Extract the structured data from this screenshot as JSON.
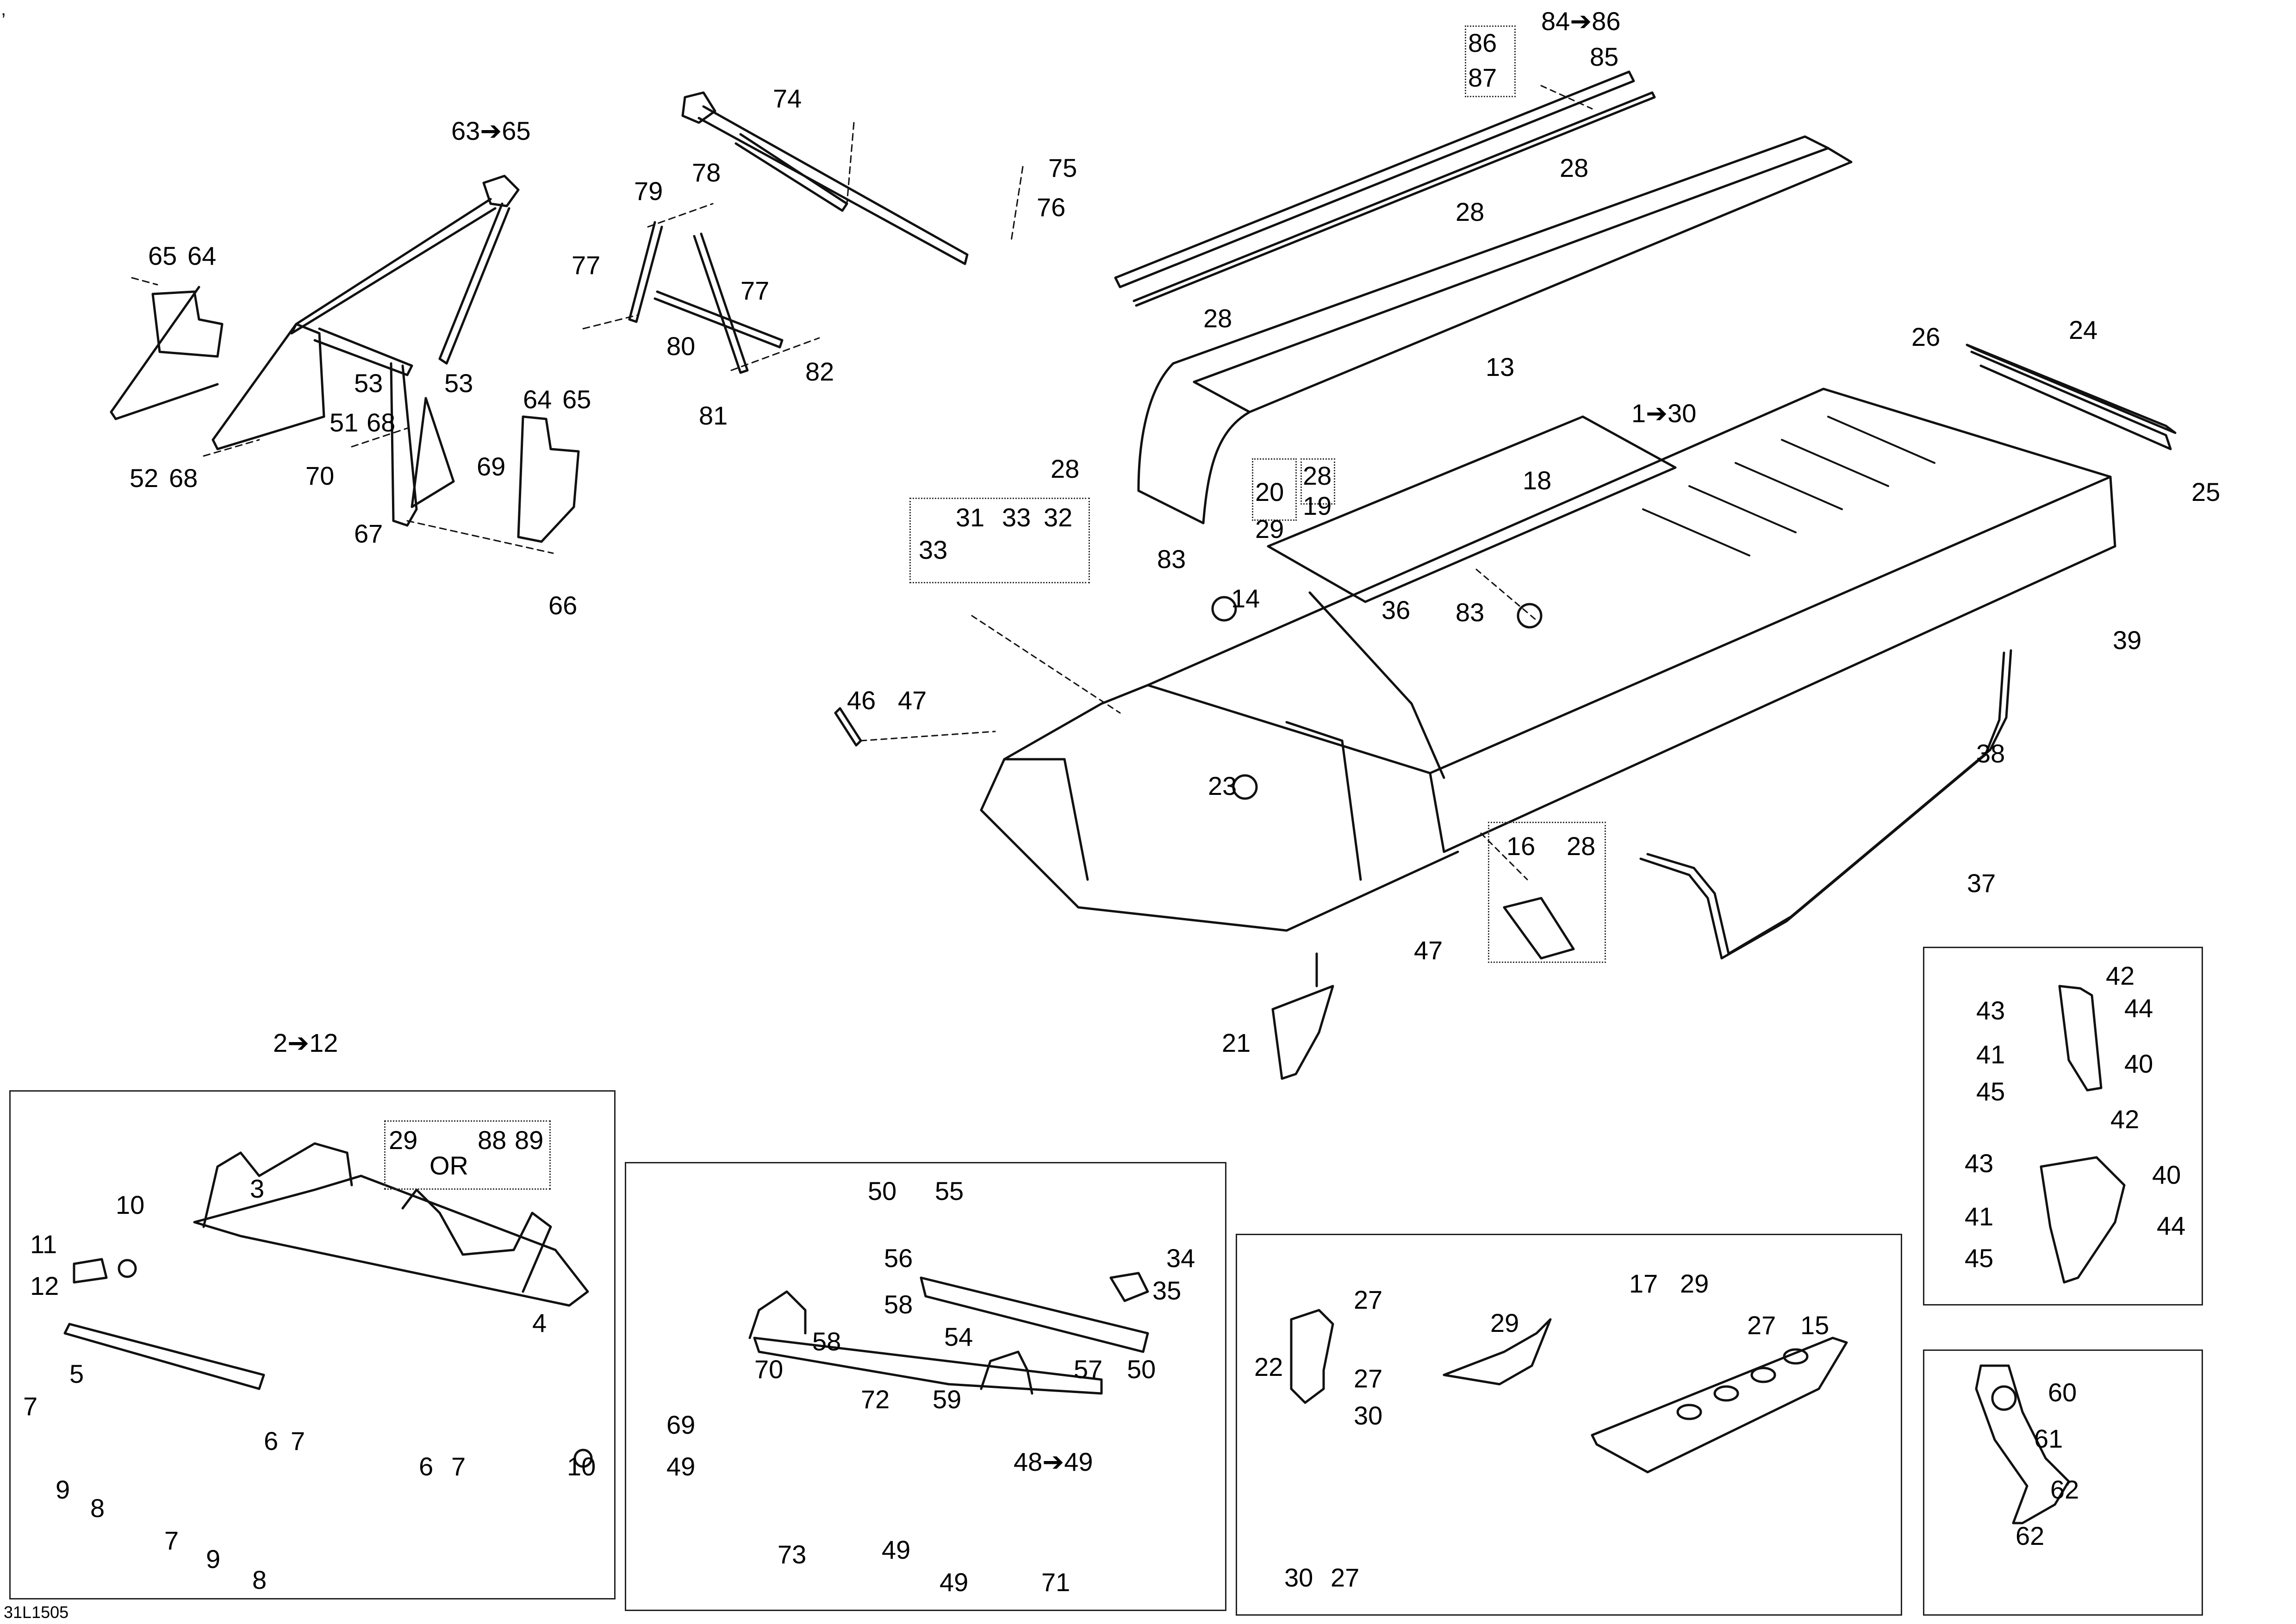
{
  "diagram": {
    "reference_code": "31L1505",
    "corner_mark": ",",
    "callouts": {
      "c63_65": "63➔65",
      "c65a": "65",
      "c64a": "64",
      "c53a": "53",
      "c53b": "53",
      "c51": "51",
      "c68a": "68",
      "c52": "52",
      "c68b": "68",
      "c70a": "70",
      "c69a": "69",
      "c67": "67",
      "c64b": "64",
      "c65b": "65",
      "c66": "66",
      "c74": "74",
      "c75": "75",
      "c76": "76",
      "c79": "79",
      "c78": "78",
      "c77a": "77",
      "c77b": "77",
      "c80": "80",
      "c81": "81",
      "c82": "82",
      "c84_86": "84➔86",
      "c85": "85",
      "c86": "86",
      "c87": "87",
      "c28a": "28",
      "c28b": "28",
      "c28c": "28",
      "c28d": "28",
      "c13": "13",
      "c24": "24",
      "c26": "26",
      "c25": "25",
      "c1_30": "1➔30",
      "c20": "20",
      "c29a": "29",
      "c28e": "28",
      "c19": "19",
      "c18": "18",
      "c31": "31",
      "c33a": "33",
      "c33b": "33",
      "c32": "32",
      "c83a": "83",
      "c83b": "83",
      "c14": "14",
      "c36": "36",
      "c46": "46",
      "c47a": "47",
      "c23": "23",
      "c47b": "47",
      "c21": "21",
      "c16": "16",
      "c28f": "28",
      "c39": "39",
      "c38": "38",
      "c37": "37",
      "c42a": "42",
      "c43a": "43",
      "c44a": "44",
      "c41a": "41",
      "c40a": "40",
      "c45a": "45",
      "c42b": "42",
      "c43b": "43",
      "c40b": "40",
      "c41b": "41",
      "c44b": "44",
      "c45b": "45",
      "c60": "60",
      "c61": "61",
      "c62a": "62",
      "c62b": "62",
      "c2_12": "2➔12",
      "c29b": "29",
      "cOR": "OR",
      "c88": "88",
      "c89": "89",
      "c3": "3",
      "c10a": "10",
      "c11": "11",
      "c12": "12",
      "c4": "4",
      "c5": "5",
      "c7a": "7",
      "c9a": "9",
      "c8a": "8",
      "c6a": "6",
      "c7b": "7",
      "c6b": "6",
      "c7c": "7",
      "c10b": "10",
      "c7d": "7",
      "c9b": "9",
      "c8b": "8",
      "c50a": "50",
      "c55": "55",
      "c56": "56",
      "c58a": "58",
      "c34": "34",
      "c35": "35",
      "c54": "54",
      "c57": "57",
      "c50b": "50",
      "c70b": "70",
      "c58b": "58",
      "c72": "72",
      "c59": "59",
      "c69b": "69",
      "c49a": "49",
      "c48_49": "48➔49",
      "c73": "73",
      "c49b": "49",
      "c49c": "49",
      "c71": "71",
      "c17": "17",
      "c29c": "29",
      "c29d": "29",
      "c27a": "27",
      "c15": "15",
      "c22": "22",
      "c27b": "27",
      "c30a": "30",
      "c27c": "27",
      "c30b": "30",
      "c27d": "27"
    }
  }
}
